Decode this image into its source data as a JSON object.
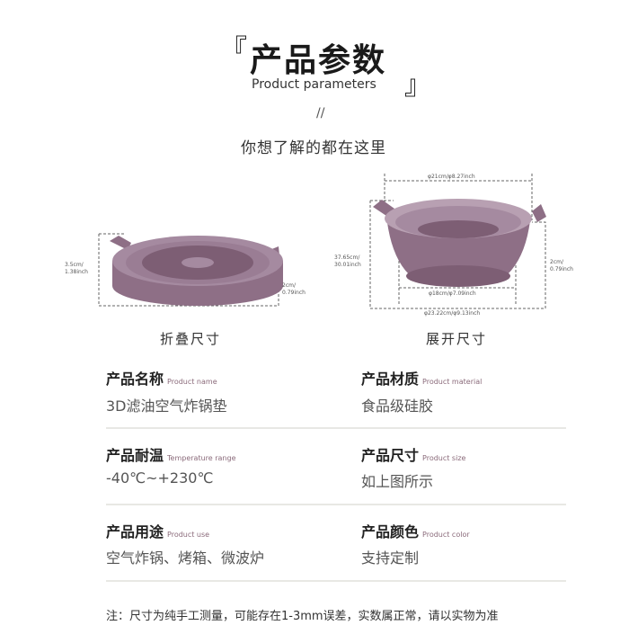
{
  "header": {
    "bracket_open": "『",
    "bracket_close": "』",
    "title": "产品参数",
    "subtitle": "Product parameters",
    "slashes": "//",
    "tagline": "你想了解的都在这里"
  },
  "folded": {
    "caption": "折叠尺寸",
    "height_label": "3.5cm/\n1.38inch",
    "height2_label": "2cm/\n0.79inch"
  },
  "expanded": {
    "caption": "展开尺寸",
    "top_diameter": "φ21cm/φ8.27inch",
    "height_label": "37.65cm/\n30.01inch",
    "height2_label": "2cm/\n0.79inch",
    "bottom_diameter": "φ18cm/φ7.09inch",
    "total_diameter": "φ23.22cm/φ9.13inch"
  },
  "params": [
    {
      "label": "产品名称",
      "en": "Product name",
      "value": "3D滤油空气炸锅垫"
    },
    {
      "label": "产品材质",
      "en": "Product material",
      "value": "食品级硅胶"
    },
    {
      "label": "产品耐温",
      "en": "Temperature range",
      "value": "-40℃~+230℃"
    },
    {
      "label": "产品尺寸",
      "en": "Product size",
      "value": "如上图所示"
    },
    {
      "label": "产品用途",
      "en": "Product use",
      "value": "空气炸锅、烤箱、微波炉"
    },
    {
      "label": "产品颜色",
      "en": "Product color",
      "value": "支持定制"
    }
  ],
  "note": "注：尺寸为纯手工测量，可能存在1-3mm误差，实数属正常，请以实物为准",
  "colors": {
    "product": "#9a7a90",
    "product_dark": "#7d5e74",
    "accent": "#8a6a7a"
  }
}
